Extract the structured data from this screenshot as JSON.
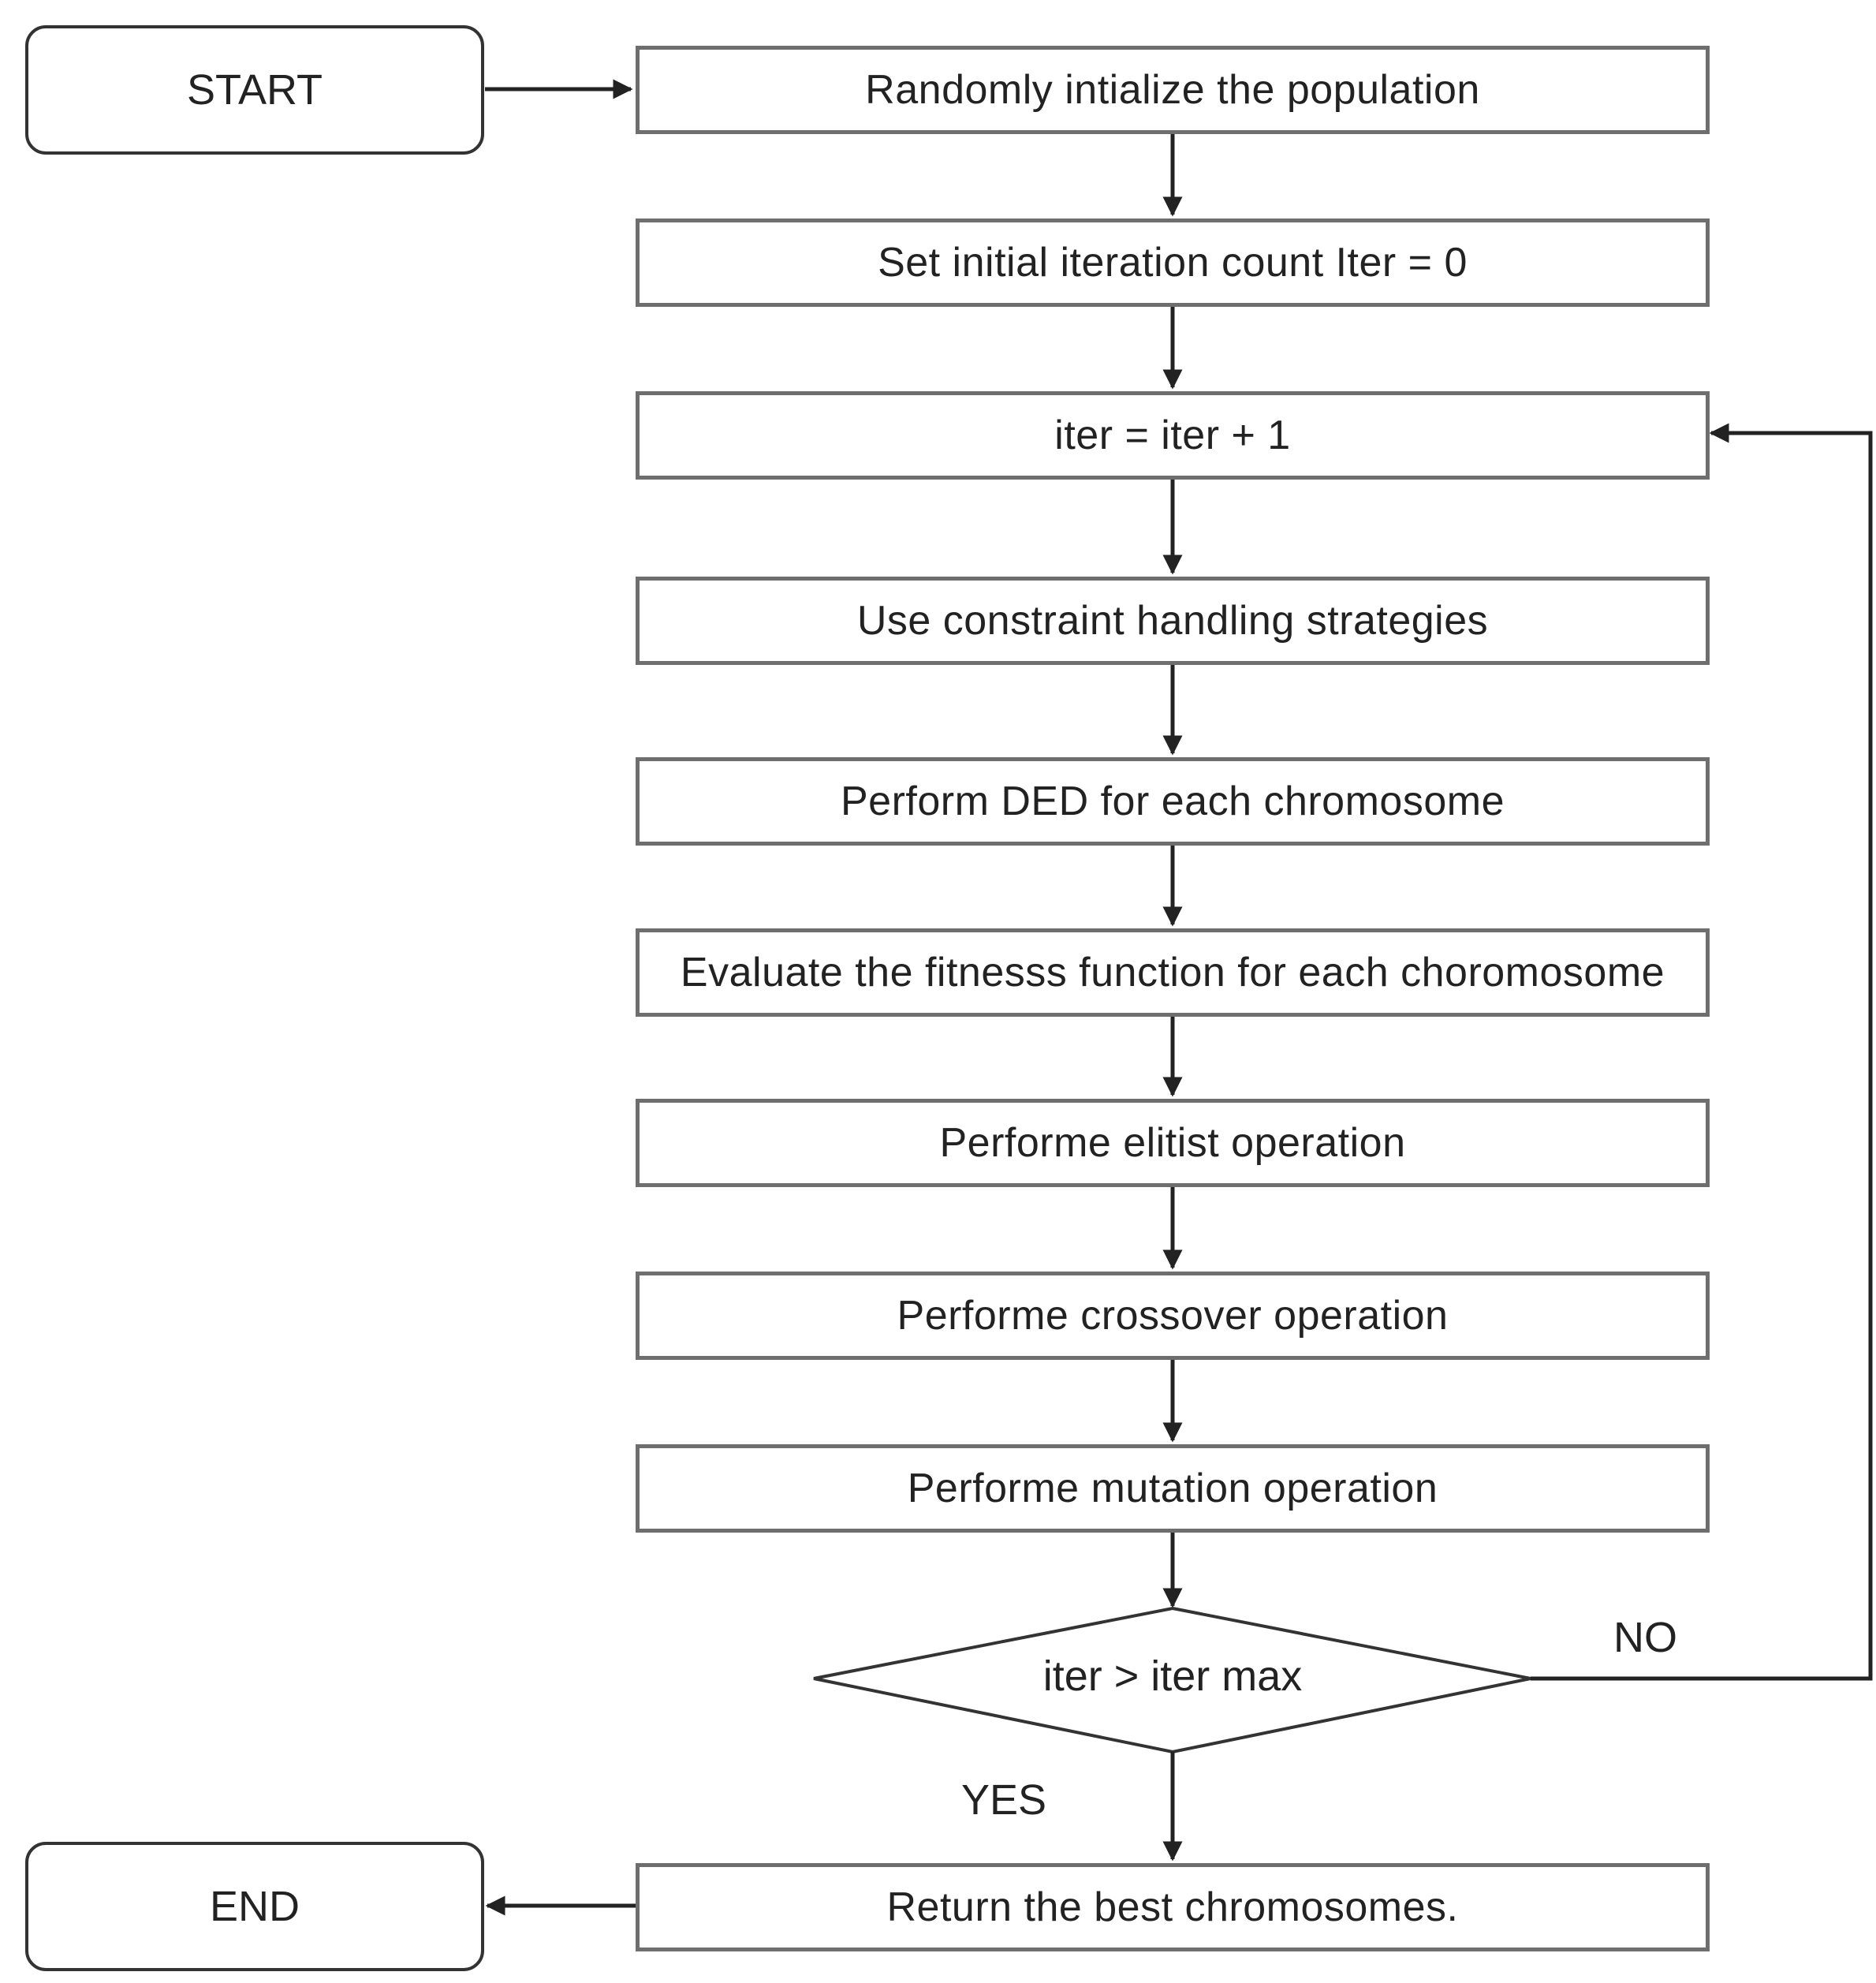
{
  "diagram": {
    "start": "START",
    "end": "END",
    "steps": [
      "Randomly intialize the population",
      "Set initial iteration count Iter = 0",
      "iter = iter + 1",
      "Use constraint handling strategies",
      "Perform DED for each chromosome",
      "Evaluate the fitnesss function for each choromosome",
      "Performe elitist operation",
      "Performe crossover operation",
      "Performe mutation operation"
    ],
    "decision": "iter > iter max",
    "yes_label": "YES",
    "no_label": "NO",
    "final_step": "Return the best chromosomes.",
    "line_color": "#222222",
    "box_border_color": "#6e6e6e"
  }
}
